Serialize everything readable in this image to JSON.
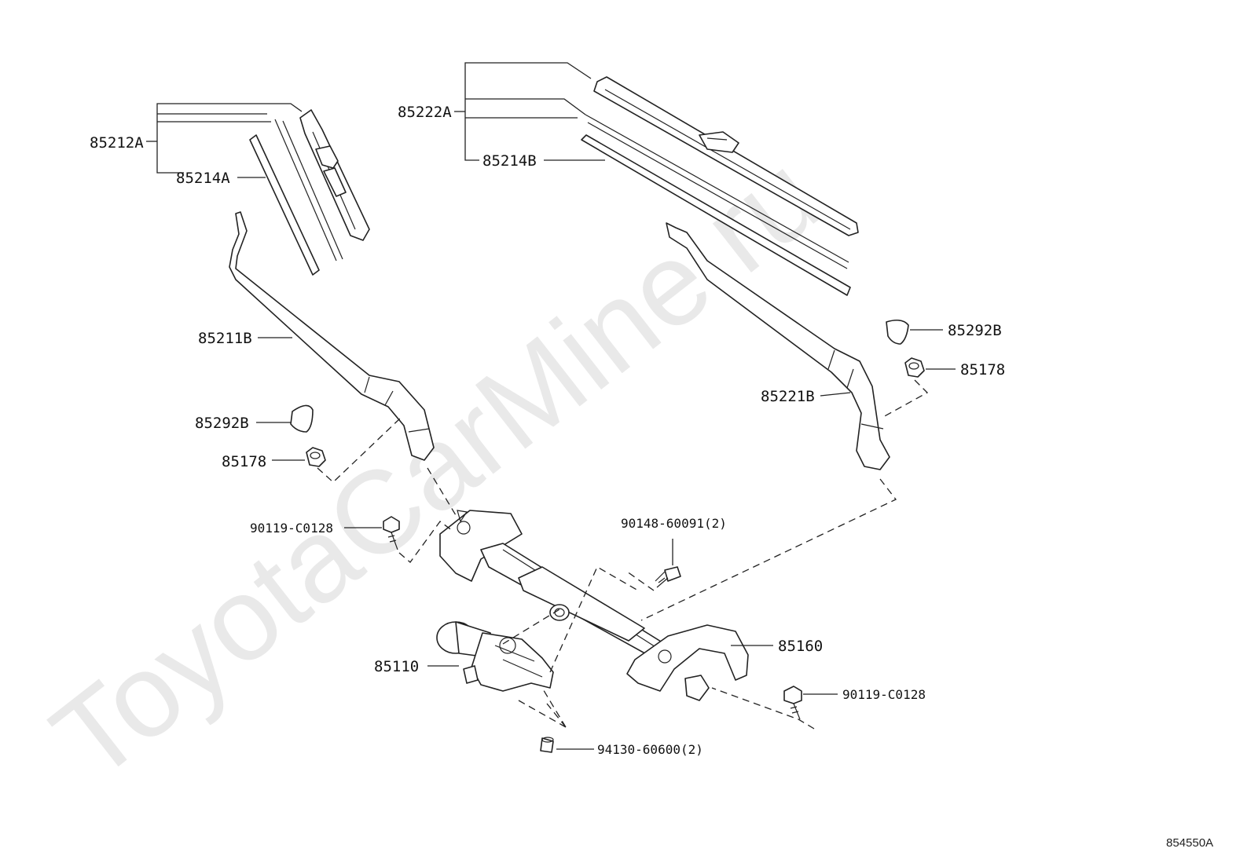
{
  "watermark": "ToyotaCarMine.ru",
  "diagram_ref": "854550A",
  "labels": {
    "p85212A": "85212A",
    "p85214A": "85214A",
    "p85222A": "85222A",
    "p85214B": "85214B",
    "p85211B": "85211B",
    "p85292B_left": "85292B",
    "p85178_left": "85178",
    "p85292B_right": "85292B",
    "p85178_right": "85178",
    "p85221B": "85221B",
    "p90119_left": "90119-C0128",
    "p90148": "90148-60091(2)",
    "p85160": "85160",
    "p85110": "85110",
    "p90119_right": "90119-C0128",
    "p94130": "94130-60600(2)"
  }
}
